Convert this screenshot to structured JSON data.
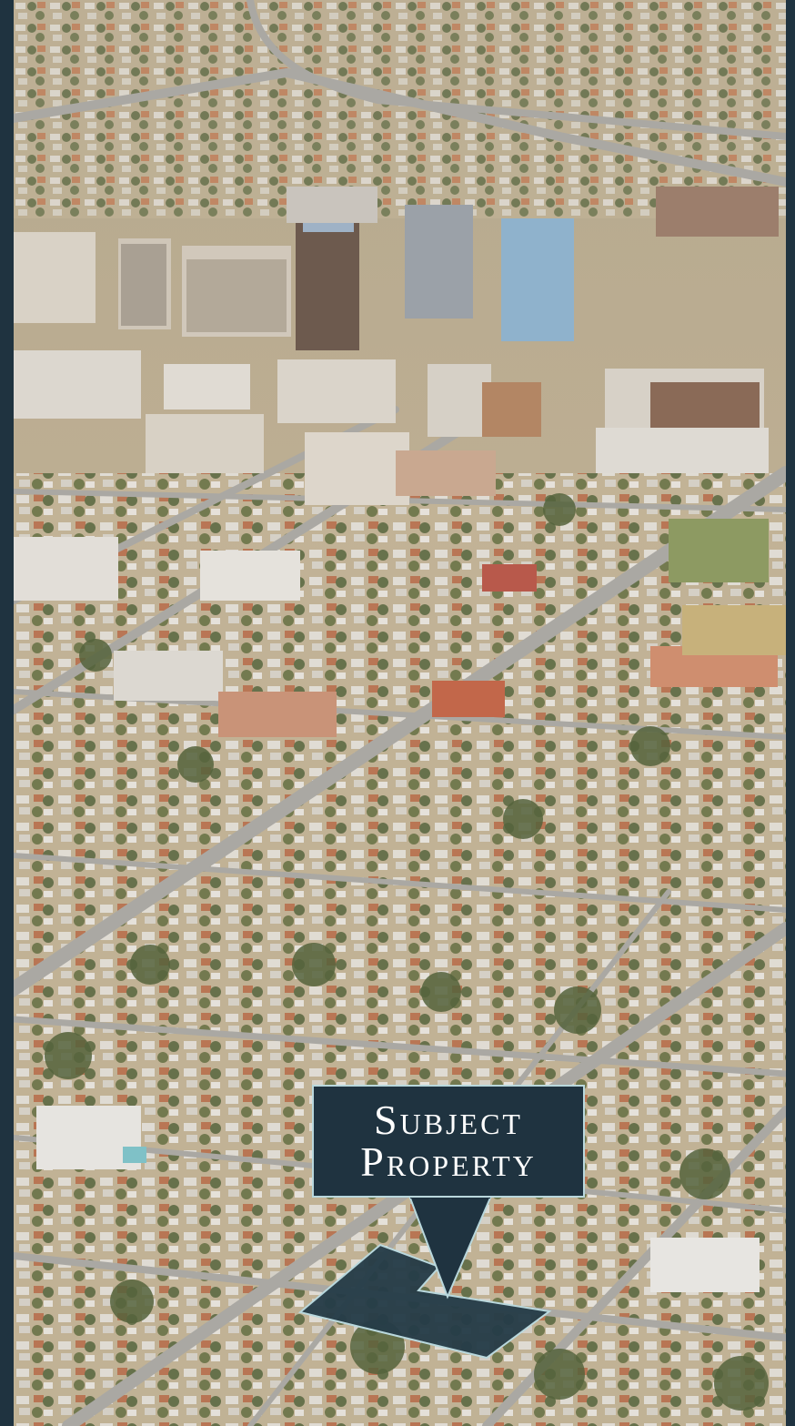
{
  "callout": {
    "line1": "Subject",
    "line2": "Property"
  },
  "colors": {
    "frame": "#1f3340",
    "callout_fill": "#1f3340",
    "callout_border": "#b9d8dd",
    "parcel_fill": "#253c48",
    "road": "#a9a7a2",
    "ground": "#c9b99b"
  },
  "icons": [
    "map-pin-pointer"
  ]
}
